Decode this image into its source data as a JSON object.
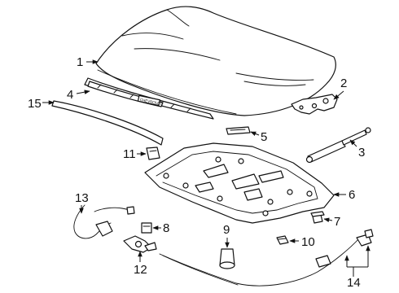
{
  "callouts": {
    "c1": "1",
    "c2": "2",
    "c3": "3",
    "c4": "4",
    "c5": "5",
    "c6": "6",
    "c7": "7",
    "c8": "8",
    "c9": "9",
    "c10": "10",
    "c11": "11",
    "c12": "12",
    "c13": "13",
    "c14": "14",
    "c15": "15"
  },
  "hood_label_text": "CHEVROLET"
}
